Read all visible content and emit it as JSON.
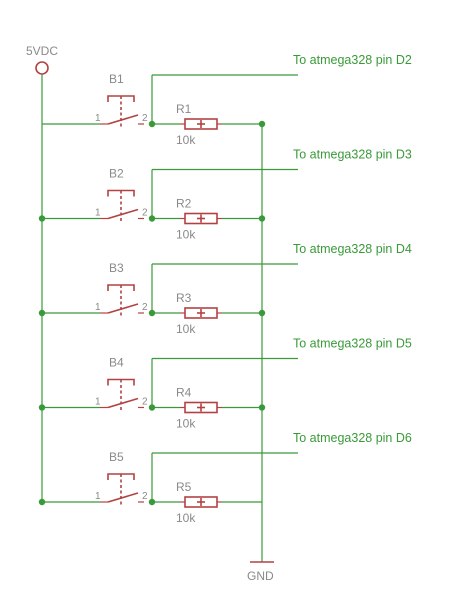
{
  "supply": {
    "label": "5VDC"
  },
  "ground": {
    "label": "GND"
  },
  "stages": [
    {
      "button": "B1",
      "resistor": "R1",
      "value": "10k",
      "net": "To atmega328 pin D2"
    },
    {
      "button": "B2",
      "resistor": "R2",
      "value": "10k",
      "net": "To atmega328 pin D3"
    },
    {
      "button": "B3",
      "resistor": "R3",
      "value": "10k",
      "net": "To atmega328 pin D4"
    },
    {
      "button": "B4",
      "resistor": "R4",
      "value": "10k",
      "net": "To atmega328 pin D5"
    },
    {
      "button": "B5",
      "resistor": "R5",
      "value": "10k",
      "net": "To atmega328 pin D6"
    }
  ],
  "pins": {
    "left": "1",
    "right": "2"
  },
  "colors": {
    "wire": "#3a9a3a",
    "component": "#b24242",
    "label": "#8a8a8a"
  }
}
